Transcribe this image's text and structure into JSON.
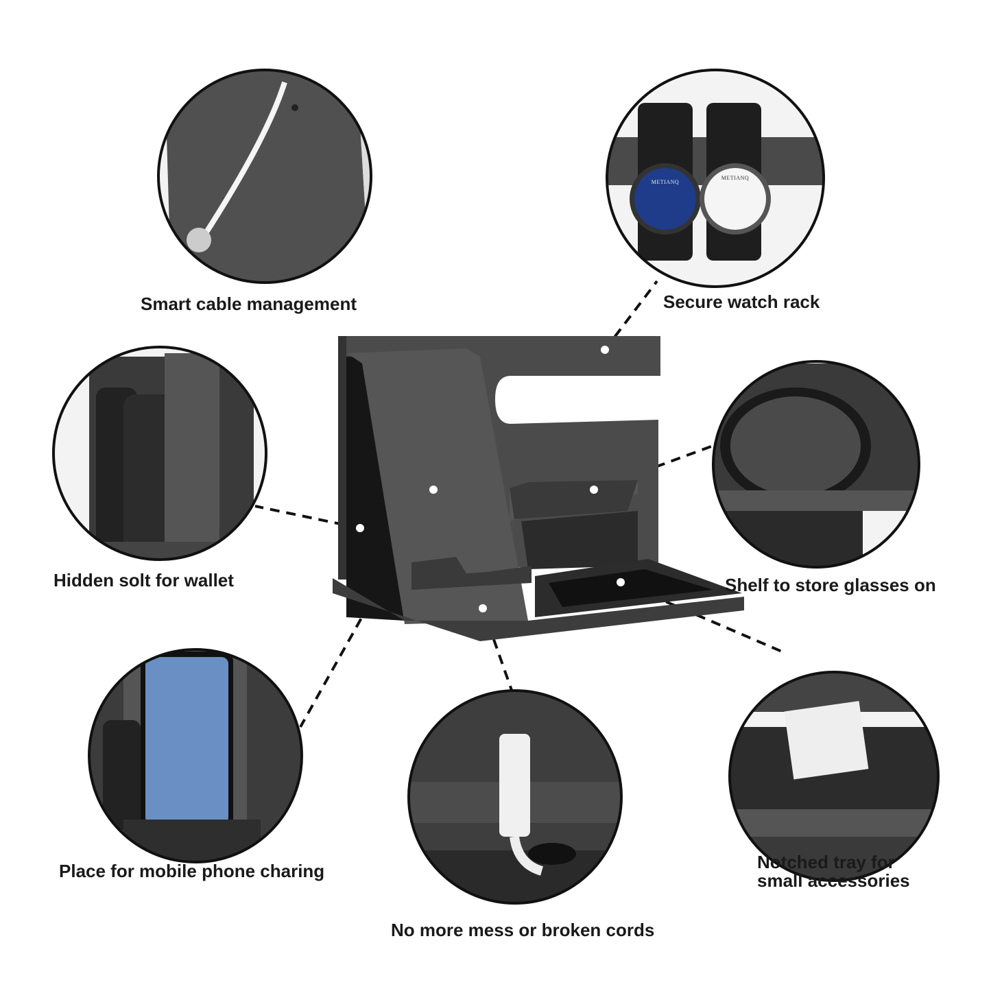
{
  "features": [
    {
      "id": "cable",
      "label": "Smart cable management",
      "icon": "cable-management-photo"
    },
    {
      "id": "watch",
      "label": "Secure watch rack",
      "icon": "watch-rack-photo",
      "watch_brand": "METIANQ"
    },
    {
      "id": "wallet",
      "label": "Hidden solt for wallet",
      "icon": "wallet-slot-photo"
    },
    {
      "id": "glasses",
      "label": "Shelf to store glasses on",
      "icon": "glasses-shelf-photo"
    },
    {
      "id": "phone",
      "label": "Place for mobile phone charing",
      "icon": "phone-charging-photo"
    },
    {
      "id": "tray",
      "label_line1": "Notched tray for",
      "label_line2": "small accessories",
      "icon": "accessory-tray-photo"
    },
    {
      "id": "cord",
      "label": "No more mess or broken cords",
      "icon": "cord-hole-photo"
    }
  ],
  "colors": {
    "wood": "#4a4a4a",
    "wood_dark": "#2a2a2a",
    "circle_border": "#111111",
    "text": "#1a1a1a"
  }
}
